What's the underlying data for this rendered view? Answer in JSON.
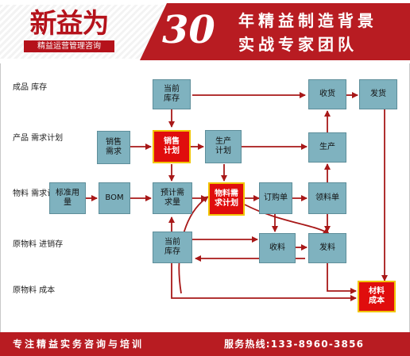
{
  "header": {
    "logo_main": "新益为",
    "logo_sub": "精益运营管理咨询",
    "banner_number": "30",
    "banner_line1": "年精益制造背景",
    "banner_line2": "实战专家团队"
  },
  "rows": {
    "r1": "成品\n库存",
    "r2": "产品\n需求计划",
    "r3": "物料\n需求计划",
    "r4": "原物料\n进销存",
    "r5": "原物料\n成本"
  },
  "nodes": {
    "fg_inventory": "当前\n库存",
    "receive_goods": "收货",
    "ship_goods": "发货",
    "sales_demand": "销售\n需求",
    "sales_plan": "销售\n计划",
    "production_plan": "生产\n计划",
    "production": "生产",
    "bom_qty": "标准用\n量",
    "bom": "BOM",
    "forecast_demand": "预计需\n求量",
    "mrp": "物料需\n求计划",
    "purchase_order": "订购单",
    "pick_list": "领料单",
    "rm_inventory": "当前\n库存",
    "receive_materials": "收料",
    "issue_materials": "发料",
    "material_cost": "材料\n成本"
  },
  "colors": {
    "brand_red": "#b81c22",
    "node_teal": "#7fb2bf",
    "highlight_red": "#e00d0d",
    "highlight_border": "#f1c400",
    "arrow": "#a81818"
  },
  "footer": {
    "left": "专注精益实务咨询与培训",
    "right": "服务热线:133-8960-3856"
  }
}
